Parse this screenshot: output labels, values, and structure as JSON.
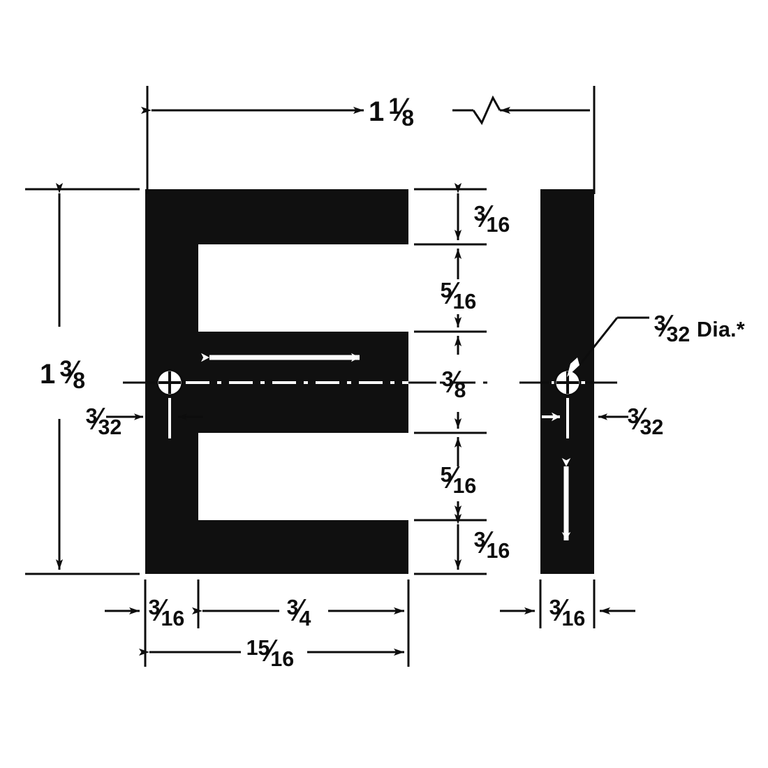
{
  "drawing": {
    "title": "E-core and I-bar lamination dimension drawing",
    "ink_color": "#0d0d0d",
    "paper_color": "#ffffff",
    "part_fill": "#101010",
    "highlight_color": "#ffffff"
  },
  "dimensions": {
    "overall_width": {
      "whole": "1",
      "numerator": "1",
      "denominator": "8",
      "label": "1 1/8"
    },
    "overall_height": {
      "whole": "1",
      "numerator": "3",
      "denominator": "8",
      "label": "1 3/8"
    },
    "top_arm_height": {
      "whole": "",
      "numerator": "3",
      "denominator": "16",
      "label": "3/16"
    },
    "upper_window_height": {
      "whole": "",
      "numerator": "5",
      "denominator": "16",
      "label": "5/16"
    },
    "center_arm_height": {
      "whole": "",
      "numerator": "3",
      "denominator": "8",
      "label": "3/8"
    },
    "lower_window_height": {
      "whole": "",
      "numerator": "5",
      "denominator": "16",
      "label": "5/16"
    },
    "bottom_arm_height": {
      "whole": "",
      "numerator": "3",
      "denominator": "16",
      "label": "3/16"
    },
    "back_leg_width": {
      "whole": "",
      "numerator": "3",
      "denominator": "16",
      "label": "3/16"
    },
    "arm_length": {
      "whole": "",
      "numerator": "3",
      "denominator": "4",
      "label": "3/4"
    },
    "core_total_width": {
      "whole": "",
      "numerator": "15",
      "denominator": "16",
      "label": "15/16"
    },
    "hole_edge_distance_left": {
      "whole": "",
      "numerator": "3",
      "denominator": "32",
      "label": "3/32"
    },
    "hole_edge_distance_right": {
      "whole": "",
      "numerator": "3",
      "denominator": "32",
      "label": "3/32"
    },
    "hole_diameter": {
      "whole": "",
      "numerator": "3",
      "denominator": "32",
      "suffix": "Dia.*",
      "label": "3/32 Dia.*"
    },
    "ibar_width": {
      "whole": "",
      "numerator": "3",
      "denominator": "16",
      "label": "3/16"
    }
  },
  "annotations": {
    "break_symbol": "dimension-line-break",
    "centerline_style": "dash-dot",
    "e_core_flux_arrow": "horizontal-double-arrow",
    "i_bar_flux_arrow": "vertical-double-arrow",
    "hole_symbol": "crosshair-circle"
  }
}
